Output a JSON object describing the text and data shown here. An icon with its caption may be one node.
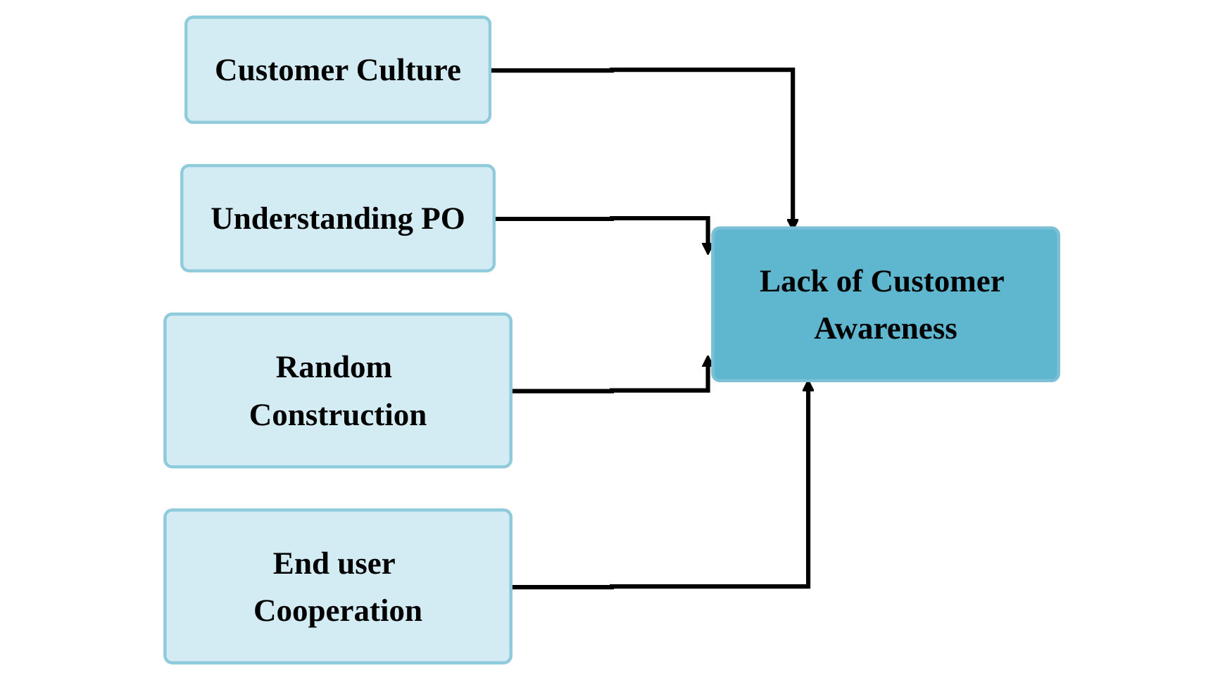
{
  "diagram": {
    "nodes": [
      {
        "text": [
          "Customer Culture"
        ]
      },
      {
        "text": [
          "Understanding PO"
        ]
      },
      {
        "text": [
          "Random Construction"
        ]
      },
      {
        "text": [
          "End user Cooperation"
        ]
      },
      {
        "text": [
          "Lack of Customer Awareness"
        ]
      }
    ],
    "edges": [
      {
        "from": 0,
        "to": 4,
        "arrow": "to"
      },
      {
        "from": 1,
        "to": 4,
        "arrow": "to"
      },
      {
        "from": 2,
        "to": 4,
        "arrow": "to"
      },
      {
        "from": 3,
        "to": 4,
        "arrow": "to"
      }
    ]
  }
}
